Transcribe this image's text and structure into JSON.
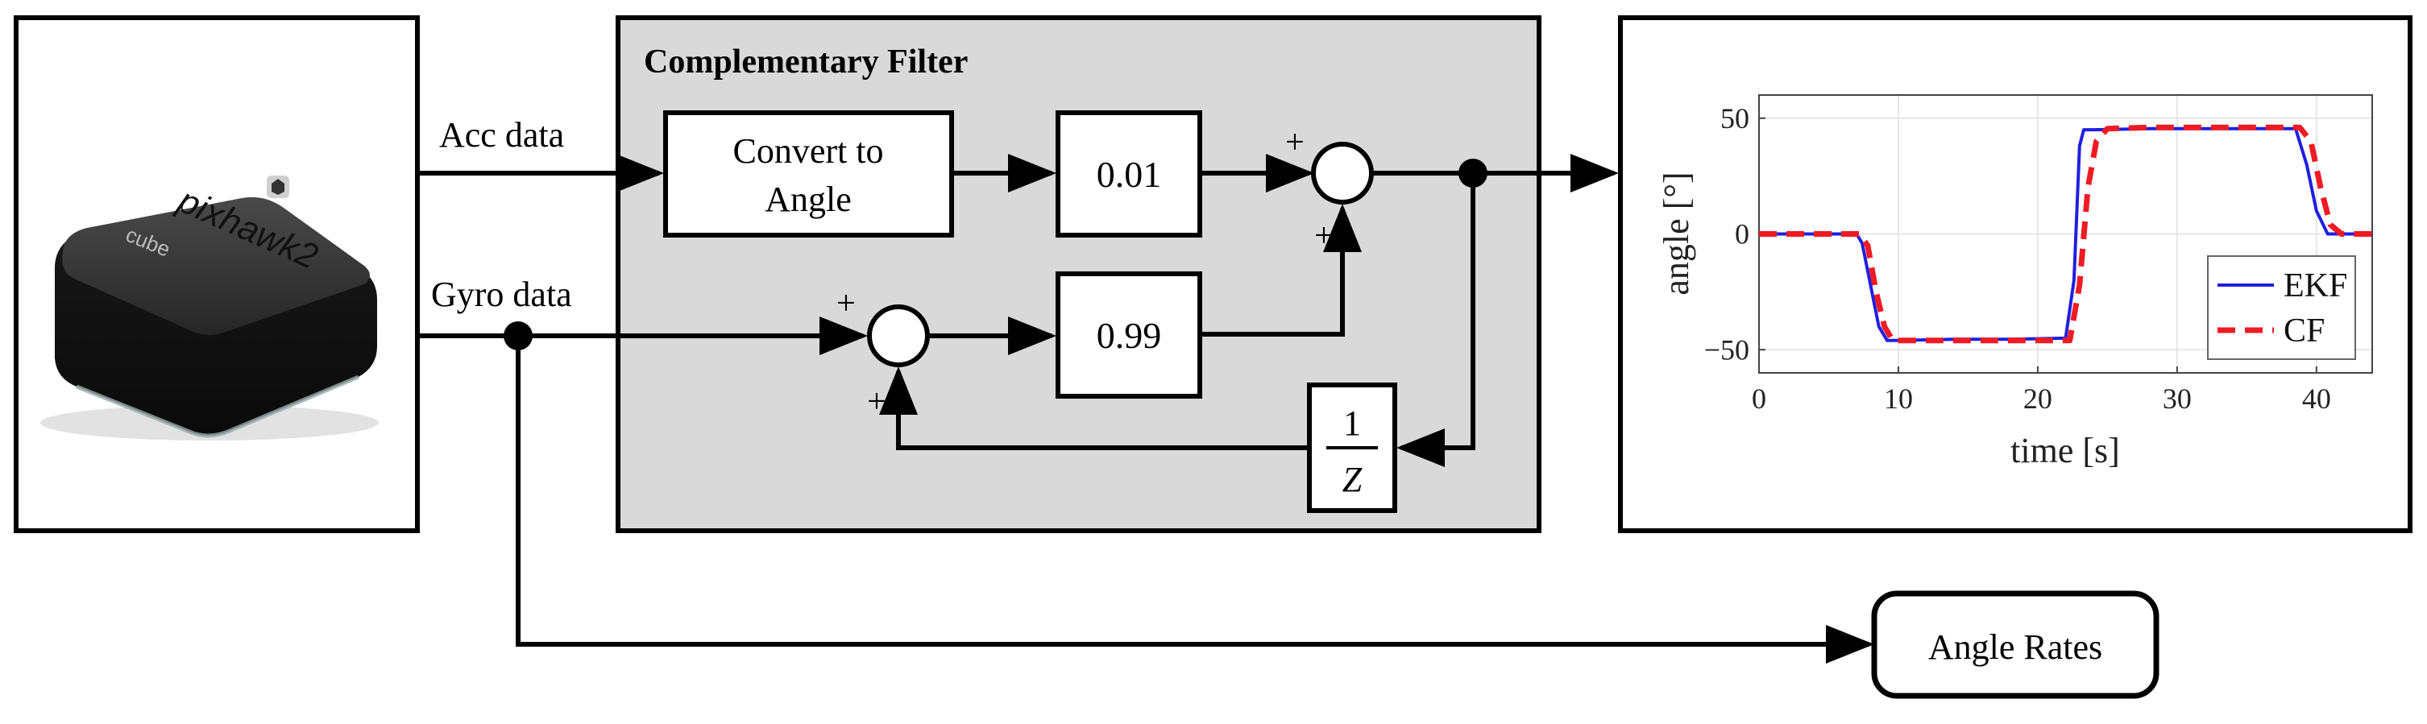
{
  "colors": {
    "line": "#000000",
    "filter_bg": "#d9d9d9",
    "ekf": "#1f1fe0",
    "cf": "#ee1b24",
    "grid": "#e6e6e6",
    "device_body": "#222222",
    "device_top": "#3a3a3a"
  },
  "device": {
    "brand": "pixhawk2",
    "model": "cube",
    "icon": "pixhawk-logo-icon"
  },
  "signals": {
    "acc": "Acc data",
    "gyro": "Gyro data"
  },
  "filter": {
    "title": "Complementary Filter",
    "convert_line1": "Convert to",
    "convert_line2": "Angle",
    "gain_acc": "0.01",
    "gain_gyro": "0.99",
    "delay_num": "1",
    "delay_den": "Z",
    "plus": "+"
  },
  "output": {
    "rates": "Angle Rates"
  },
  "chart_data": {
    "type": "line",
    "title": "",
    "xlabel": "time [s]",
    "ylabel": "angle [°]",
    "xlim": [
      0,
      44
    ],
    "ylim": [
      -60,
      60
    ],
    "xticks": [
      0,
      10,
      20,
      30,
      40
    ],
    "yticks": [
      50,
      0,
      -50
    ],
    "ytick_labels": [
      "50",
      "0",
      "−50"
    ],
    "grid": true,
    "legend_position": "right",
    "series": [
      {
        "name": "EKF",
        "color": "#1f1fe0",
        "style": "solid",
        "x": [
          0,
          7.0,
          7.4,
          8.0,
          8.6,
          9.2,
          10,
          14,
          18,
          22.0,
          22.6,
          23.0,
          23.3,
          24,
          28,
          34,
          38.5,
          39.3,
          40.0,
          40.8,
          41.4,
          44
        ],
        "y": [
          0,
          0,
          -4,
          -22,
          -40,
          -46,
          -46,
          -45.5,
          -45.5,
          -45,
          -20,
          38,
          45,
          45,
          45.5,
          45.5,
          45.5,
          30,
          10,
          0,
          0,
          0
        ]
      },
      {
        "name": "CF",
        "color": "#ee1b24",
        "style": "dashed",
        "x": [
          0,
          7.2,
          7.8,
          8.4,
          9.0,
          9.6,
          10.5,
          14,
          18,
          22.3,
          23.0,
          23.6,
          24.2,
          25.0,
          28,
          34,
          38.8,
          39.6,
          40.3,
          41.0,
          41.8,
          44
        ],
        "y": [
          0,
          0,
          -5,
          -25,
          -40,
          -46,
          -46,
          -46,
          -46,
          -46,
          -22,
          20,
          40,
          45.5,
          46,
          46,
          46,
          40,
          20,
          4,
          0,
          0
        ]
      }
    ]
  }
}
